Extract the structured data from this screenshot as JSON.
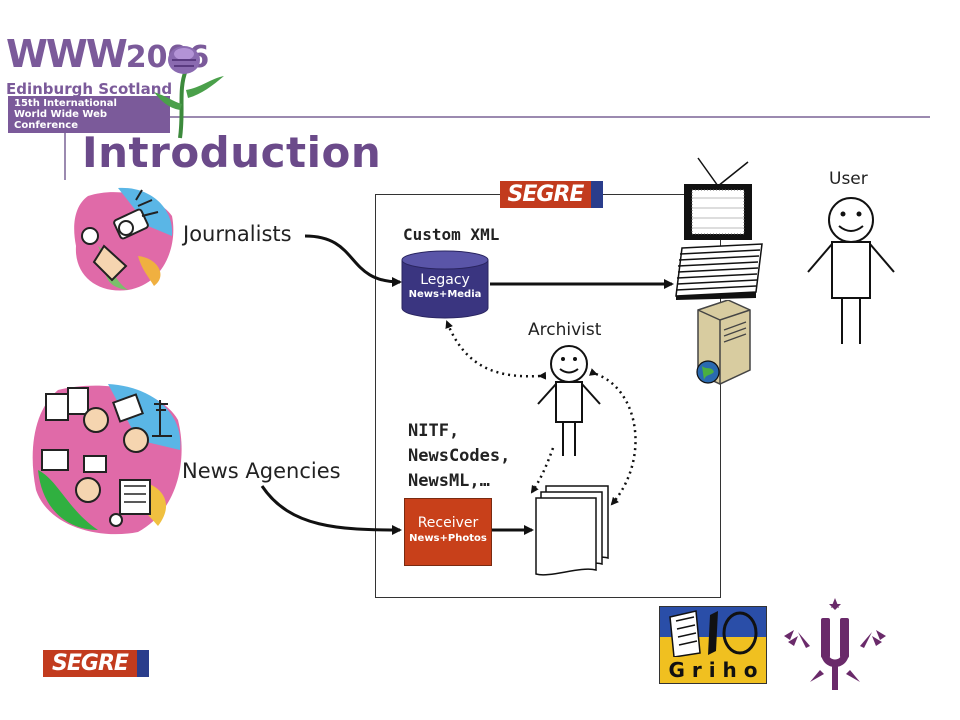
{
  "slide": {
    "title": "Introduction",
    "conference": {
      "brand": "WWW",
      "year": "2006",
      "location": "Edinburgh Scotland",
      "line1": "15th International",
      "line2": "World Wide Web Conference"
    },
    "actors": {
      "journalists": "Journalists",
      "news_agencies": "News Agencies",
      "archivist": "Archivist",
      "user": "User"
    },
    "formats": {
      "custom_xml": "Custom XML",
      "standards_line1": "NITF,",
      "standards_line2": "NewsCodes,",
      "standards_line3": "NewsML,…"
    },
    "systems": {
      "legacy_title": "Legacy",
      "legacy_sub": "News+Media",
      "receiver_title": "Receiver",
      "receiver_sub": "News+Photos"
    },
    "logos": {
      "segre": "SEGRE",
      "griho": "G r i h o"
    },
    "colors": {
      "title": "#6b4a8a",
      "legacy": "#3a3580",
      "receiver": "#c8401a",
      "segre": "#c23b1e",
      "accent_line": "#9b8ab0"
    }
  }
}
